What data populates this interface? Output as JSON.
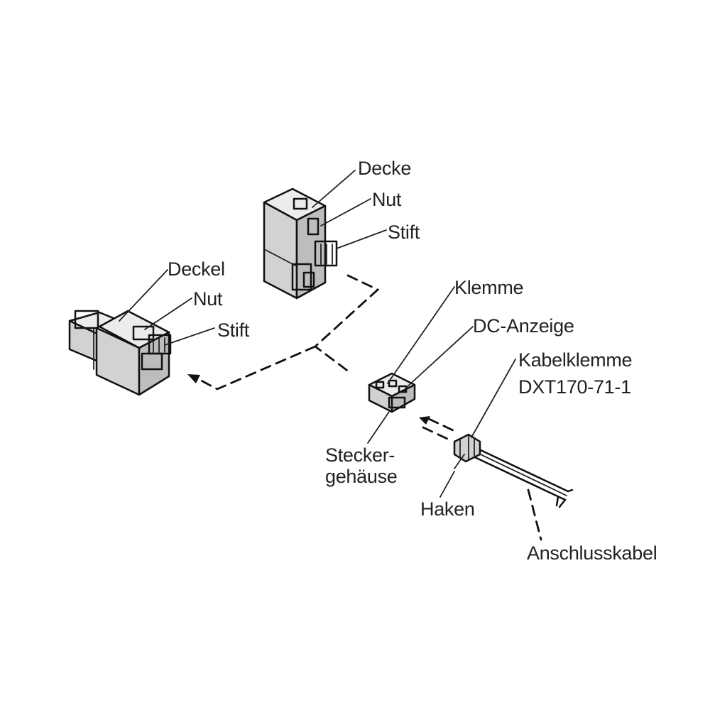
{
  "diagram": {
    "labels": {
      "deckel_top": "Decke",
      "nut_top": "Nut",
      "stift_top": "Stift",
      "deckel_left": "Deckel",
      "nut_left": "Nut",
      "stift_left": "Stift",
      "klemme": "Klemme",
      "dc_anzeige": "DC-Anzeige",
      "kabelklemme_line1": "Kabelklemme",
      "kabelklemme_line2": "DXT170-71-1",
      "steckergehaeuse_line1": "Stecker-",
      "steckergehaeuse_line2": "gehäuse",
      "haken": "Haken",
      "anschlusskabel": "Anschlusskabel"
    },
    "colors": {
      "line": "#111111",
      "text": "#222222",
      "part_fill": "#d2d2d2",
      "background": "#ffffff"
    }
  }
}
